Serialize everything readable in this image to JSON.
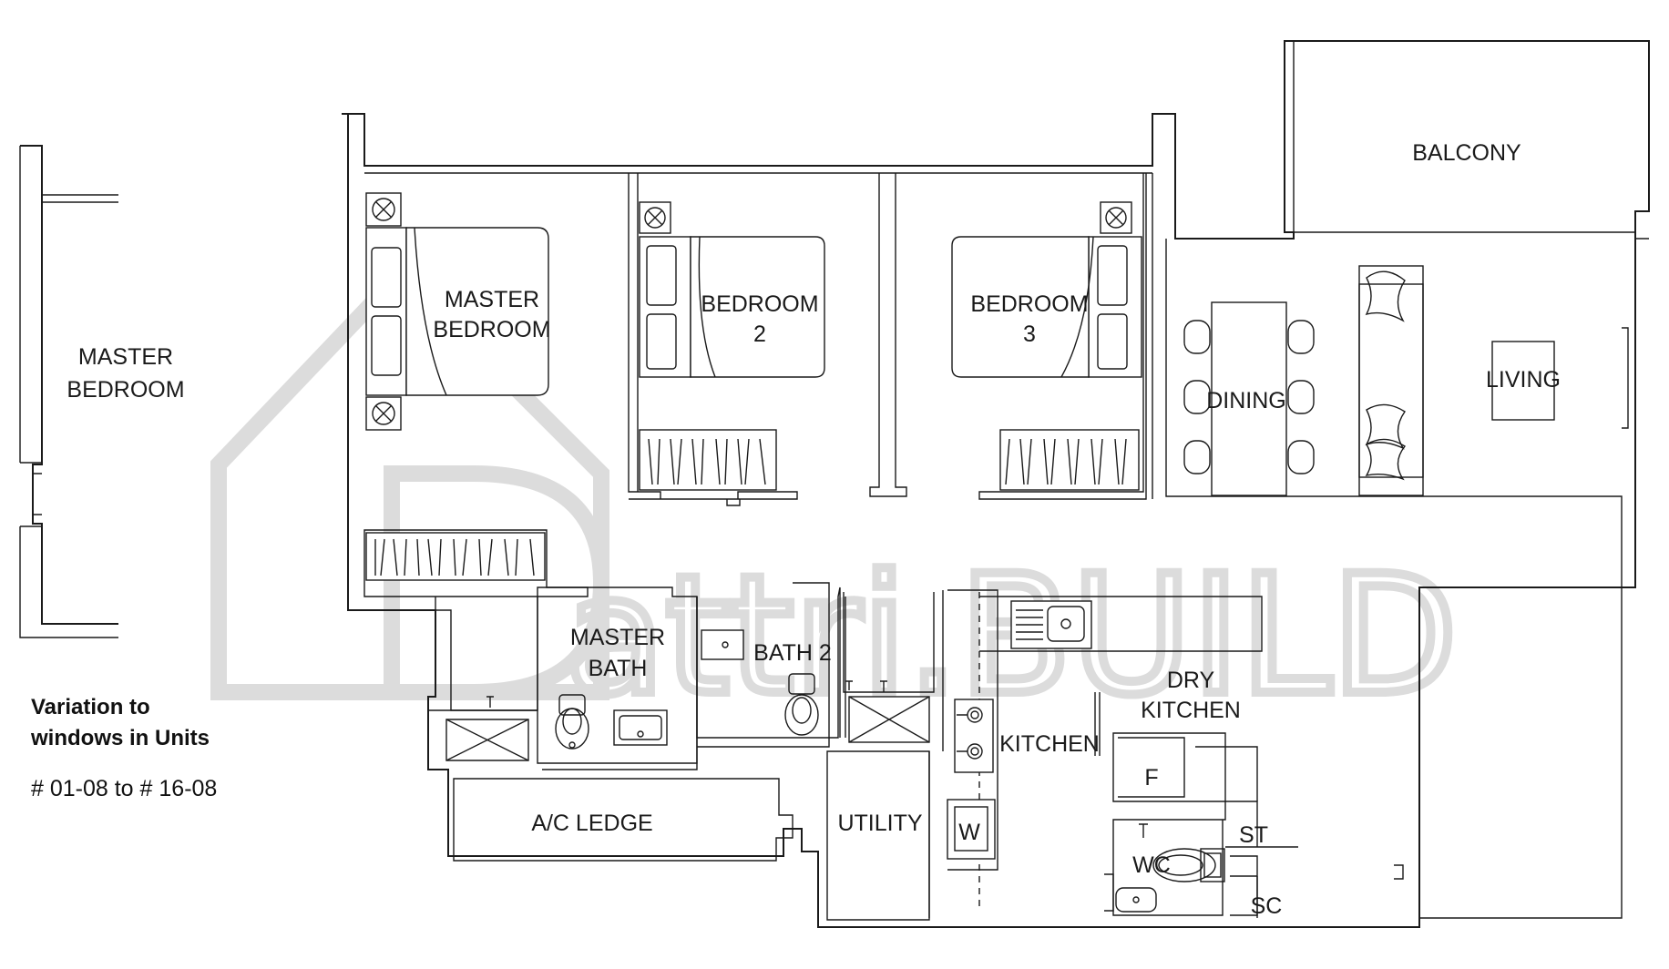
{
  "rooms": {
    "balcony": "BALCONY",
    "master_bedroom": [
      "MASTER",
      "BEDROOM"
    ],
    "bedroom2": [
      "BEDROOM",
      "2"
    ],
    "bedroom3": [
      "BEDROOM",
      "3"
    ],
    "dining": "DINING",
    "living": "LIVING",
    "master_bath": [
      "MASTER",
      "BATH"
    ],
    "bath2": "BATH 2",
    "dry_kitchen": [
      "DRY",
      "KITCHEN"
    ],
    "kitchen": "KITCHEN",
    "ac_ledge": "A/C LEDGE",
    "utility": "UTILITY",
    "wc": "WC",
    "st": "ST",
    "sc": "SC",
    "fridge": "F",
    "washer": "W"
  },
  "variation": {
    "room": [
      "MASTER",
      "BEDROOM"
    ],
    "title_line1": "Variation to",
    "title_line2": "windows in Units",
    "units": "# 01-08 to # 16-08"
  },
  "watermark": "attri.BUILD"
}
